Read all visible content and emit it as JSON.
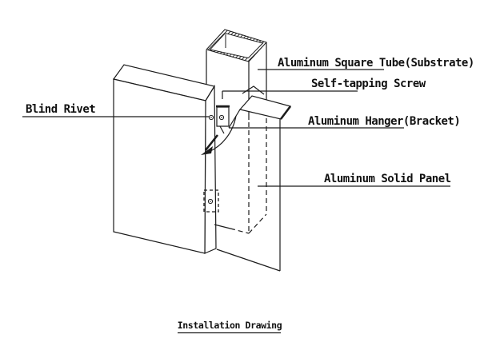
{
  "page": {
    "background": "#ffffff",
    "line_color": "#1c1c1c"
  },
  "title": {
    "text": "Installation Drawing"
  },
  "labels": {
    "blind_rivet": "Blind Rivet",
    "square_tube": "Aluminum Square Tube(Substrate)",
    "self_tapping_screw": "Self-tapping Screw",
    "hanger": "Aluminum Hanger(Bracket)",
    "solid_panel": "Aluminum Solid Panel"
  },
  "diagram": {
    "type": "isometric installation drawing",
    "callouts": [
      {
        "label": "Blind Rivet",
        "side": "left",
        "points_to": "rivet on panel edge bracket"
      },
      {
        "label": "Aluminum Square Tube(Substrate)",
        "side": "right",
        "points_to": "vertical square tube"
      },
      {
        "label": "Self-tapping Screw",
        "side": "right",
        "points_to": "screw above hanger bracket"
      },
      {
        "label": "Aluminum Hanger(Bracket)",
        "side": "right",
        "points_to": "hanger plate on tube"
      },
      {
        "label": "Aluminum Solid Panel",
        "side": "right",
        "points_to": "hidden panel edge (dashed)"
      }
    ],
    "caption": "Installation Drawing"
  }
}
